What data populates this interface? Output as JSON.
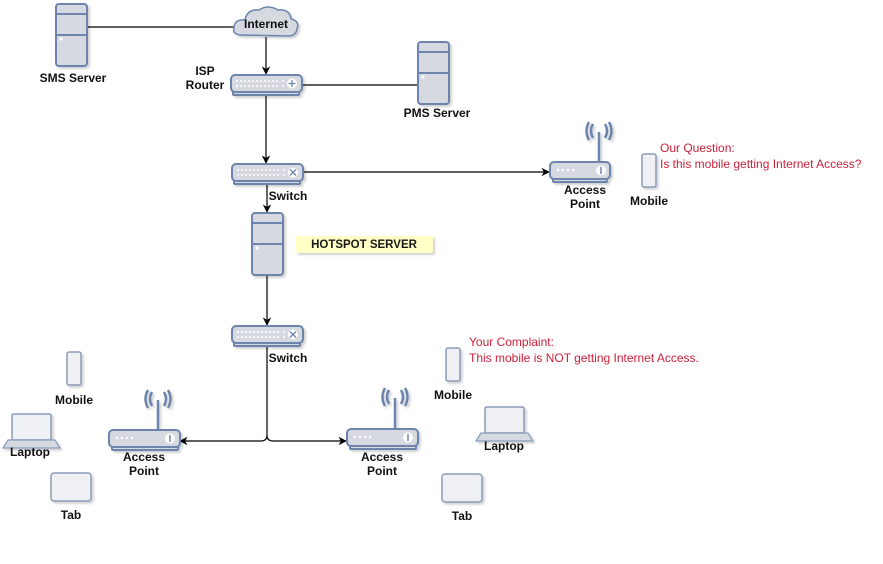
{
  "diagram": {
    "nodes": {
      "internet": {
        "label": "Internet",
        "kind": "cloud"
      },
      "sms_server": {
        "label": "SMS Server",
        "kind": "server"
      },
      "isp_router": {
        "label_line1": "ISP",
        "label_line2": "Router",
        "kind": "router"
      },
      "pms_server": {
        "label": "PMS Server",
        "kind": "server"
      },
      "switch_top": {
        "label": "Switch",
        "kind": "switch"
      },
      "access_point_top": {
        "label_line1": "Access",
        "label_line2": "Point",
        "kind": "access-point"
      },
      "mobile_top": {
        "label": "Mobile",
        "kind": "mobile"
      },
      "hotspot_server": {
        "label": "HOTSPOT SERVER",
        "kind": "server"
      },
      "switch_bottom": {
        "label": "Switch",
        "kind": "switch"
      },
      "access_point_left": {
        "label_line1": "Access",
        "label_line2": "Point",
        "kind": "access-point"
      },
      "access_point_right": {
        "label_line1": "Access",
        "label_line2": "Point",
        "kind": "access-point"
      },
      "mobile_left": {
        "label": "Mobile",
        "kind": "mobile"
      },
      "laptop_left": {
        "label": "Laptop",
        "kind": "laptop"
      },
      "tab_left": {
        "label": "Tab",
        "kind": "tablet"
      },
      "mobile_right": {
        "label": "Mobile",
        "kind": "mobile"
      },
      "laptop_right": {
        "label": "Laptop",
        "kind": "laptop"
      },
      "tab_right": {
        "label": "Tab",
        "kind": "tablet"
      }
    },
    "edges": [
      {
        "from": "sms_server",
        "to": "internet",
        "arrow": false
      },
      {
        "from": "internet",
        "to": "isp_router",
        "arrow": true
      },
      {
        "from": "isp_router",
        "to": "pms_server",
        "arrow": false
      },
      {
        "from": "isp_router",
        "to": "switch_top",
        "arrow": true
      },
      {
        "from": "switch_top",
        "to": "access_point_top",
        "arrow": true
      },
      {
        "from": "switch_top",
        "to": "hotspot_server",
        "arrow": true
      },
      {
        "from": "hotspot_server",
        "to": "switch_bottom",
        "arrow": true
      },
      {
        "from": "switch_bottom",
        "to": "access_point_left",
        "arrow": true
      },
      {
        "from": "switch_bottom",
        "to": "access_point_right",
        "arrow": true
      }
    ],
    "notes": {
      "question_title": "Our Question:",
      "question_text": "Is this mobile getting Internet Access?",
      "complaint_title": "Your Complaint:",
      "complaint_text": "This mobile is NOT getting Internet Access."
    },
    "colors": {
      "device_fill": "#d6d9df",
      "device_stroke": "#6d84ad",
      "note_text": "#d0203a",
      "hotspot_highlight": "#ffffc6"
    }
  }
}
